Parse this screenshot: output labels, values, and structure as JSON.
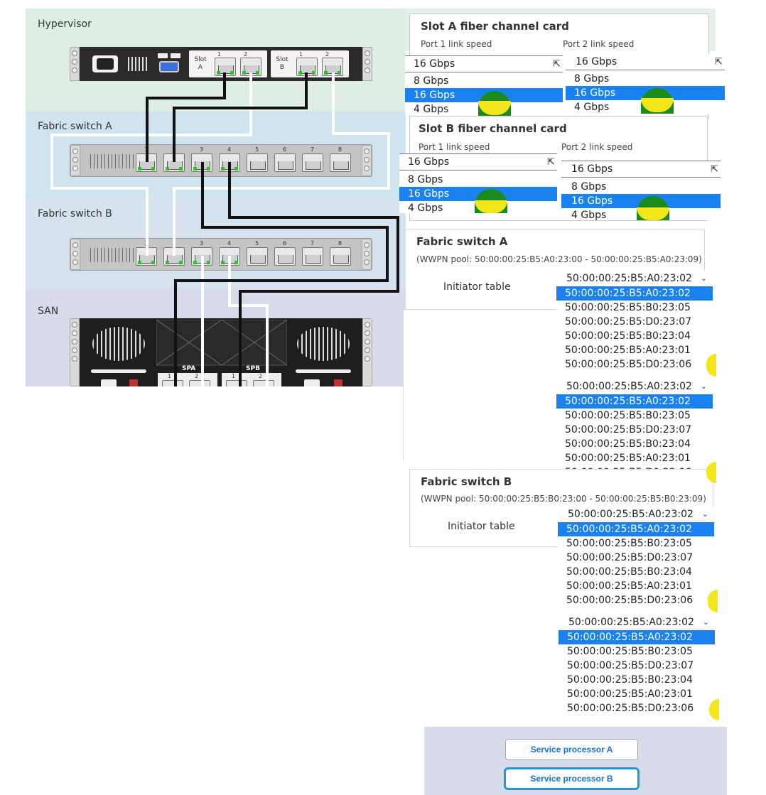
{
  "diagram": {
    "hypervisor_label": "Hypervisor",
    "fabric_a_label": "Fabric switch A",
    "fabric_b_label": "Fabric switch B",
    "san_label": "SAN",
    "slot_a_label": "Slot A",
    "slot_b_label": "Slot B",
    "slot_port_1": "1",
    "slot_port_2": "2",
    "switch_ports": [
      "1",
      "2",
      "3",
      "4",
      "5",
      "6",
      "7",
      "8"
    ],
    "spa_label": "SPA",
    "spb_label": "SPB",
    "sp_port_1": "1",
    "sp_port_2": "2"
  },
  "slot_a_card": {
    "title": "Slot A fiber channel card",
    "port1_label": "Port 1 link speed",
    "port2_label": "Port 2 link speed",
    "port1_value": "16 Gbps",
    "port2_value": "16 Gbps",
    "options": [
      "8 Gbps",
      "16 Gbps",
      "4 Gbps"
    ]
  },
  "slot_b_card": {
    "title": "Slot B fiber channel card",
    "port1_label": "Port 1 link speed",
    "port2_label": "Port 2 link speed",
    "port1_value": "16 Gbps",
    "port2_value": "16 Gbps",
    "options": [
      "8 Gbps",
      "16 Gbps",
      "4 Gbps"
    ]
  },
  "fabric_a": {
    "title": "Fabric switch A",
    "pool": "(WWPN pool: 50:00:00:25:B5:A0:23:00 - 50:00:00:25:B5:A0:23:09)",
    "initiator_label": "Initiator table",
    "select1_value": "50:00:00:25:B5:A0:23:02",
    "select2_value": "50:00:00:25:B5:A0:23:02"
  },
  "fabric_b": {
    "title": "Fabric switch B",
    "pool": "(WWPN pool: 50:00:00:25:B5:B0:23:00 - 50:00:00:25:B5:B0:23:09)",
    "initiator_label": "Initiator table",
    "select1_value": "50:00:00:25:B5:A0:23:02",
    "select2_value": "50:00:00:25:B5:A0:23:02"
  },
  "wwpn_options": [
    "50:00:00:25:B5:A0:23:02",
    "50:00:00:25:B5:B0:23:05",
    "50:00:00:25:B5:D0:23:07",
    "50:00:00:25:B5:B0:23:04",
    "50:00:00:25:B5:A0:23:01",
    "50:00:00:25:B5:D0:23:06"
  ],
  "buttons": {
    "sp_a": "Service processor A",
    "sp_b": "Service processor B"
  },
  "colors": {
    "hypervisor_band": "#dfeee3",
    "fabric_a_band": "#cfe4ef",
    "fabric_b_band": "#d6e2ee",
    "san_band": "#d8dcea",
    "select_highlight": "#1a82f0",
    "button_text": "#1672d6",
    "indicator_green": "#1c8a1c",
    "indicator_yellow": "#f3e61a"
  },
  "icons": {
    "power": "power-inlet-icon",
    "usb": "usb-port-icon",
    "vga": "vga-port-icon",
    "fan": "fan-grille-icon",
    "cursor": "mouse-cursor-icon",
    "chevron": "chevron-down-icon"
  }
}
